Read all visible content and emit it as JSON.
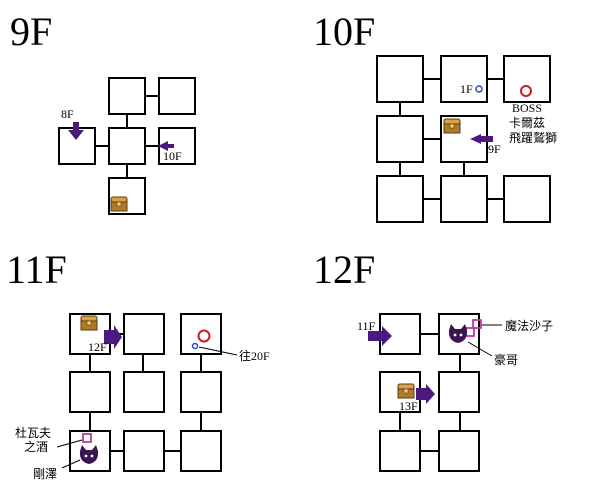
{
  "floors": {
    "f9": {
      "title": "9F",
      "labels": {
        "stair_8f": "8F",
        "stair_10f": "10F"
      }
    },
    "f10": {
      "title": "10F",
      "labels": {
        "warp_1f": "1F",
        "boss": "BOSS",
        "boss_name_1": "卡爾茲",
        "boss_name_2": "飛躍鷲獅",
        "stair_9f": "9F"
      }
    },
    "f11": {
      "title": "11F",
      "labels": {
        "stair_12f": "12F",
        "warp_20f": "往20F",
        "item_1": "杜瓦夫",
        "item_2": "之酒",
        "npc": "剛澤"
      }
    },
    "f12": {
      "title": "12F",
      "labels": {
        "stair_11f": "11F",
        "item": "魔法沙子",
        "npc": "豪哥",
        "stair_13f": "13F"
      }
    }
  },
  "colors": {
    "arrow": "#4b1a80",
    "boss_ring": "#cc1b1b",
    "warp_ring": "#2a4bb0",
    "item_square": "#c0399b",
    "chest": "#b07a2a",
    "npc_cat": "#3a1650"
  },
  "icons": {
    "stair_arrow": "arrow-icon",
    "treasure": "treasure-chest-icon",
    "boss_marker": "red-ring-icon",
    "warp_marker": "blue-ring-icon",
    "item_marker": "magenta-square-icon",
    "npc_marker": "black-cat-icon"
  }
}
